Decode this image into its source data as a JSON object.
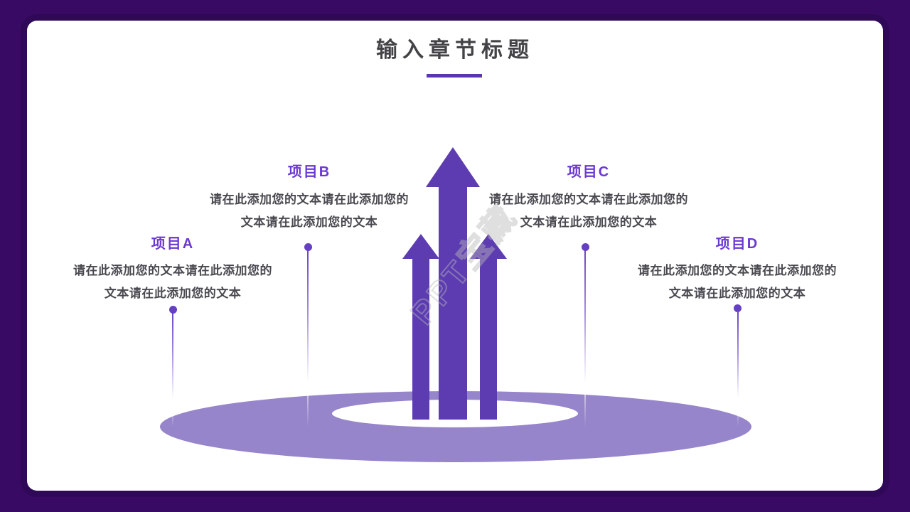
{
  "slide": {
    "title": "输入章节标题",
    "watermark": "PPT宝藏"
  },
  "items": [
    {
      "id": "A",
      "label": "项目A",
      "line1": "请在此添加您的文本请在此添加您的",
      "line2": "文本请在此添加您的文本"
    },
    {
      "id": "B",
      "label": "项目B",
      "line1": "请在此添加您的文本请在此添加您的",
      "line2": "文本请在此添加您的文本"
    },
    {
      "id": "C",
      "label": "项目C",
      "line1": "请在此添加您的文本请在此添加您的",
      "line2": "文本请在此添加您的文本"
    },
    {
      "id": "D",
      "label": "项目D",
      "line1": "请在此添加您的文本请在此添加您的",
      "line2": "文本请在此添加您的文本"
    }
  ],
  "colors": {
    "frame": "#380a64",
    "accent_underline": "#5c35b5",
    "arrow": "#5d3cb2",
    "ellipse": "#9685ca",
    "label": "#6b39d1",
    "title_text": "#434347",
    "body_text": "#4a4950",
    "dot": "#6640c2"
  }
}
